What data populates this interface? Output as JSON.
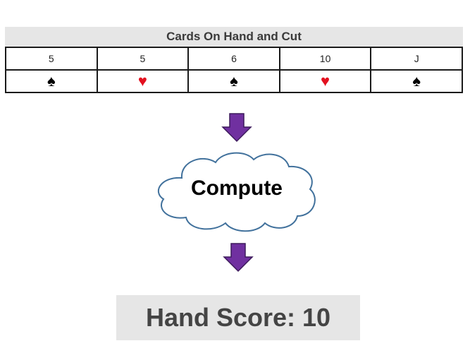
{
  "cards_panel": {
    "title": "Cards On Hand and Cut",
    "cards": [
      {
        "rank": "5",
        "suit": "♠",
        "suit_name": "spades",
        "color": "#000000"
      },
      {
        "rank": "5",
        "suit": "♥",
        "suit_name": "hearts",
        "color": "#e3101f"
      },
      {
        "rank": "6",
        "suit": "♠",
        "suit_name": "spades",
        "color": "#000000"
      },
      {
        "rank": "10",
        "suit": "♥",
        "suit_name": "hearts",
        "color": "#e3101f"
      },
      {
        "rank": "J",
        "suit": "♠",
        "suit_name": "spades",
        "color": "#000000"
      }
    ]
  },
  "process": {
    "label": "Compute",
    "arrow_color": "#7030a0",
    "cloud_stroke": "#41719c"
  },
  "result": {
    "label": "Hand Score: 10"
  }
}
